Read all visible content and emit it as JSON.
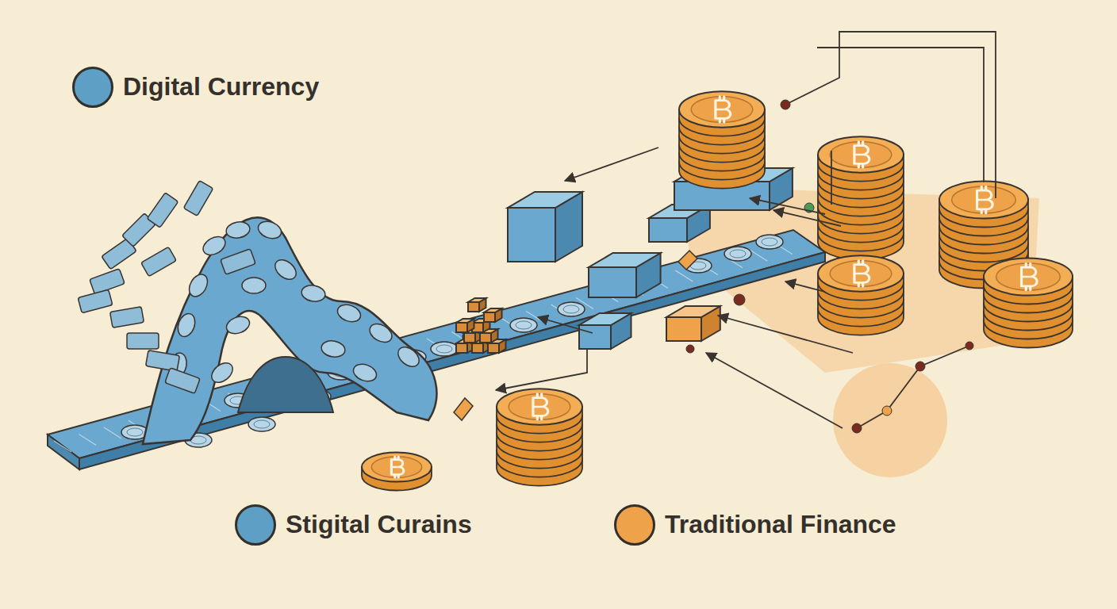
{
  "diagram": {
    "legend": [
      {
        "text": "Digital Currency",
        "color": "#5d9fc5"
      },
      {
        "text": "Stigital Curains",
        "color": "#5d9fc5"
      },
      {
        "text": "Traditional Finance",
        "color": "#eea24a"
      }
    ]
  }
}
